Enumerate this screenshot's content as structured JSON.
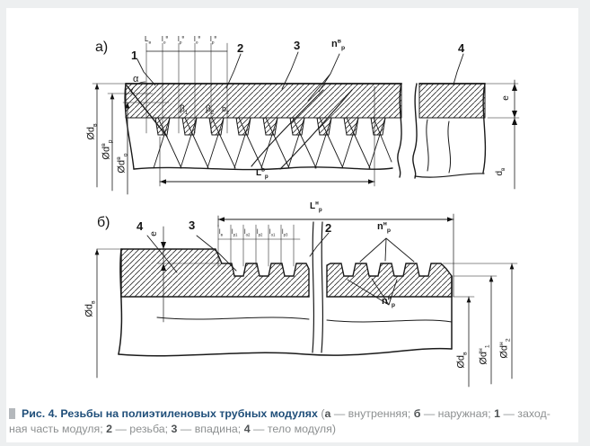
{
  "page": {
    "background": "#edeff0",
    "panel_background": "#ffffff",
    "line_color": "#1a1a1a",
    "caption_title_color": "#1f4e79",
    "caption_text_color": "#8d9091"
  },
  "drawing": {
    "view_a": {
      "panel_label": "а)",
      "callout_1": "1",
      "callout_2": "2",
      "callout_3": "3",
      "callout_4": "4",
      "alpha": "α",
      "beta1": "β<sub>1</sub>",
      "beta2": "β<sub>2</sub>",
      "b2": "b<sub>2</sub>",
      "n_threads": "n<sup>в</sup><sub>р</sub>",
      "chain": [
        "L<sub>в</sub>",
        "l<sub>о</sub><sup>в</sup>",
        "l<sub>р</sub><sup>в</sup>",
        "l<sub>о</sub><sup>в</sup>",
        "l<sub>р</sub><sup>в</sup>"
      ],
      "dia_outer": "Ød<sub>в</sub>",
      "dia_thread": "Ød<sup>в</sup><sub>р</sub>",
      "dia_root": "Ød<sup>в</sup><sub>о</sub>",
      "thread_length": "L<sup>в</sup><sub>р</sub>",
      "wall": "e",
      "d_v": "d<sub>в</sub>"
    },
    "view_b": {
      "panel_label": "б)",
      "callout_2": "2",
      "callout_3": "3",
      "callout_4": "4",
      "step": "e",
      "n_threads": "n<sup>н</sup><sub>р</sub>",
      "chain": [
        "l<sub>в</sub>",
        "l<sub>р1</sub>",
        "l<sub>о2</sub>",
        "l<sub>р2</sub>",
        "l<sub>о1</sub>",
        "l<sub>р3</sub>"
      ],
      "thread_length": "L<sup>н</sup><sub>р</sub>",
      "dia_left": "Ød<sub>в</sub>",
      "dia_bore": "Ød<sub>в</sub>",
      "dia_root": "Ød<sup>н</sup><sub>1</sub>",
      "dia_crest": "Ød<sup>н</sup><sub>2</sub>"
    }
  },
  "caption": {
    "title": "Рис. 4. Резьбы на полиэтиленовых трубных модулях",
    "t1": " (",
    "a": "а",
    "t2": " — внутренняя; ",
    "b": "б",
    "t3": " — наружная; ",
    "k1": "1",
    "t4": " — заход-",
    "t5": "ная часть модуля; ",
    "k2": "2",
    "t6": " — резьба; ",
    "k3": "3",
    "t7": " — впадина; ",
    "k4": "4",
    "t8": " — тело модуля)"
  }
}
